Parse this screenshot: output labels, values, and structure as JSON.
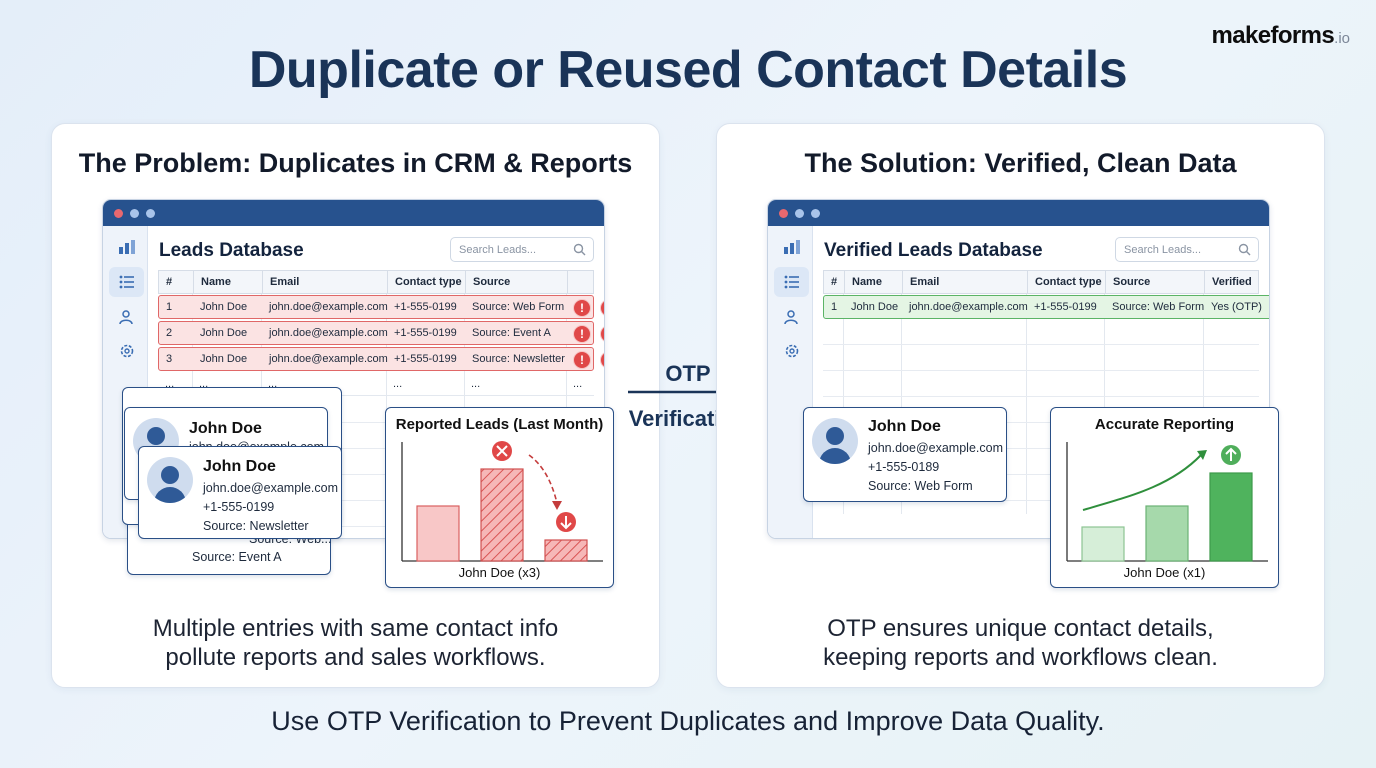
{
  "brand": {
    "name": "makeforms",
    "tld": ".io"
  },
  "title": "Duplicate or Reused Contact Details",
  "problem": {
    "heading": "The Problem: Duplicates in CRM & Reports",
    "window_title": "Leads Database",
    "search_placeholder": "Search Leads...",
    "columns": [
      "#",
      "Name",
      "Email",
      "Contact type",
      "Source"
    ],
    "rows": [
      {
        "num": "1",
        "name": "John Doe",
        "email": "john.doe@example.com",
        "phone": "+1-555-0199",
        "source": "Source: Web Form"
      },
      {
        "num": "2",
        "name": "John Doe",
        "email": "john.doe@example.com",
        "phone": "+1-555-0199",
        "source": "Source: Event A"
      },
      {
        "num": "3",
        "name": "John Doe",
        "email": "john.doe@example.com",
        "phone": "+1-555-0199",
        "source": "Source: Newsletter"
      }
    ],
    "ellipsis": "...",
    "alert_symbol": "!",
    "contact_card": {
      "name": "John Doe",
      "email": "john.doe@example.com",
      "phone": "+1-555-0199",
      "source": "Source: Newsletter"
    },
    "back_card_name": "John Doe",
    "back_card_email": "john.doe@example.com",
    "back_card_source_partial": "Source: Web...",
    "back_card_source_event": "Source: Event A",
    "chart_title": "Reported Leads (Last Month)",
    "chart_xlabel": "John Doe (x3)",
    "caption_line1": "Multiple entries with same contact info",
    "caption_line2": "pollute reports and sales workflows."
  },
  "otp": {
    "line1": "OTP",
    "line2": "Verification"
  },
  "solution": {
    "heading": "The Solution: Verified, Clean Data",
    "window_title": "Verified Leads Database",
    "search_placeholder": "Search Leads...",
    "columns": [
      "#",
      "Name",
      "Email",
      "Contact type",
      "Source",
      "Verified"
    ],
    "row": {
      "num": "1",
      "name": "John Doe",
      "email": "john.doe@example.com",
      "phone": "+1-555-0199",
      "source": "Source: Web Form",
      "verified": "Yes (OTP)"
    },
    "contact_card": {
      "name": "John Doe",
      "email": "john.doe@example.com",
      "phone": "+1-555-0189",
      "source": "Source: Web Form"
    },
    "chart_title": "Accurate Reporting",
    "chart_xlabel": "John Doe (x1)",
    "caption_line1": "OTP ensures unique contact details,",
    "caption_line2": "keeping reports and workflows clean."
  },
  "tagline": "Use OTP Verification to Prevent Duplicates and Improve Data Quality.",
  "colors": {
    "navy": "#1a3458",
    "window_bar": "#27528e",
    "alert_red": "#e04848",
    "ok_green": "#4fae5b"
  }
}
